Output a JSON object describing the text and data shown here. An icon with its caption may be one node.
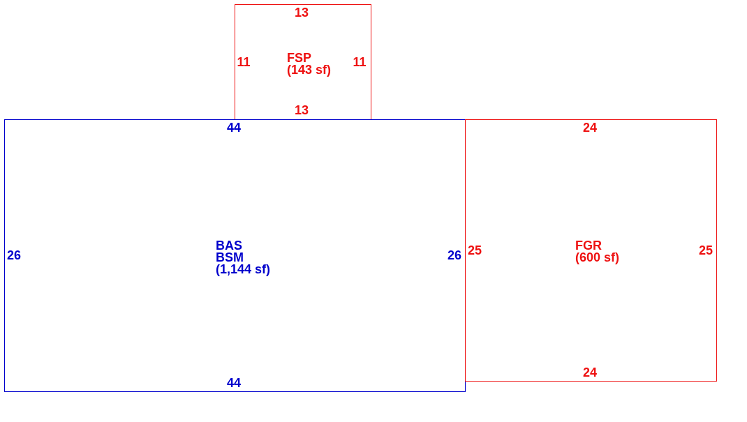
{
  "diagram": {
    "nodes": [
      {
        "text": [
          "FSP",
          "(143 sf)"
        ]
      },
      {
        "text": [
          "BAS",
          "BSM",
          "(1,144 sf)"
        ]
      },
      {
        "text": [
          "FGR",
          "(600 sf)"
        ]
      }
    ],
    "labels": [
      "13",
      "11",
      "11",
      "13",
      "44",
      "24",
      "26",
      "26",
      "25",
      "25",
      "24",
      "44"
    ]
  }
}
